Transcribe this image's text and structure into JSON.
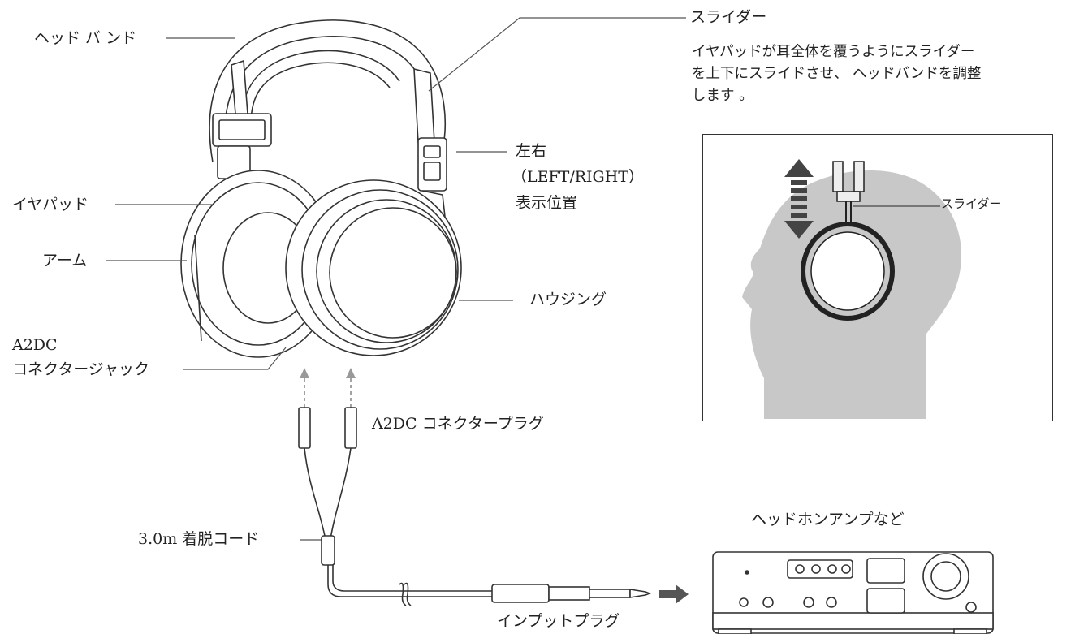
{
  "labels": {
    "headband": "ヘッド バ ンド",
    "earpad": "イヤパッド",
    "arm": "アーム",
    "connector_jack_l1": "A2DC",
    "connector_jack_l2": "コネクタージャック",
    "slider": "スライダー",
    "slider_desc_l1": "イヤパッドが耳全体を覆うようにスライダー",
    "slider_desc_l2": "を上下にスライドさせ、 ヘッドバンドを調整",
    "slider_desc_l3": "します 。",
    "lr_l1": "左右",
    "lr_l2": "（LEFT/RIGHT）",
    "lr_l3": "表示位置",
    "housing": "ハウジング",
    "connector_plug": "A2DC コネクタープラグ",
    "cord": "3.0m 着脱コード",
    "amp": "ヘッドホンアンプなど",
    "input_plug": "インプットプラグ",
    "inset_slider": "スライダー"
  },
  "colors": {
    "line": "#333333",
    "head_gray": "#c8c8c8",
    "arrow_gray": "#555555",
    "dashed_arrow": "#999999"
  }
}
